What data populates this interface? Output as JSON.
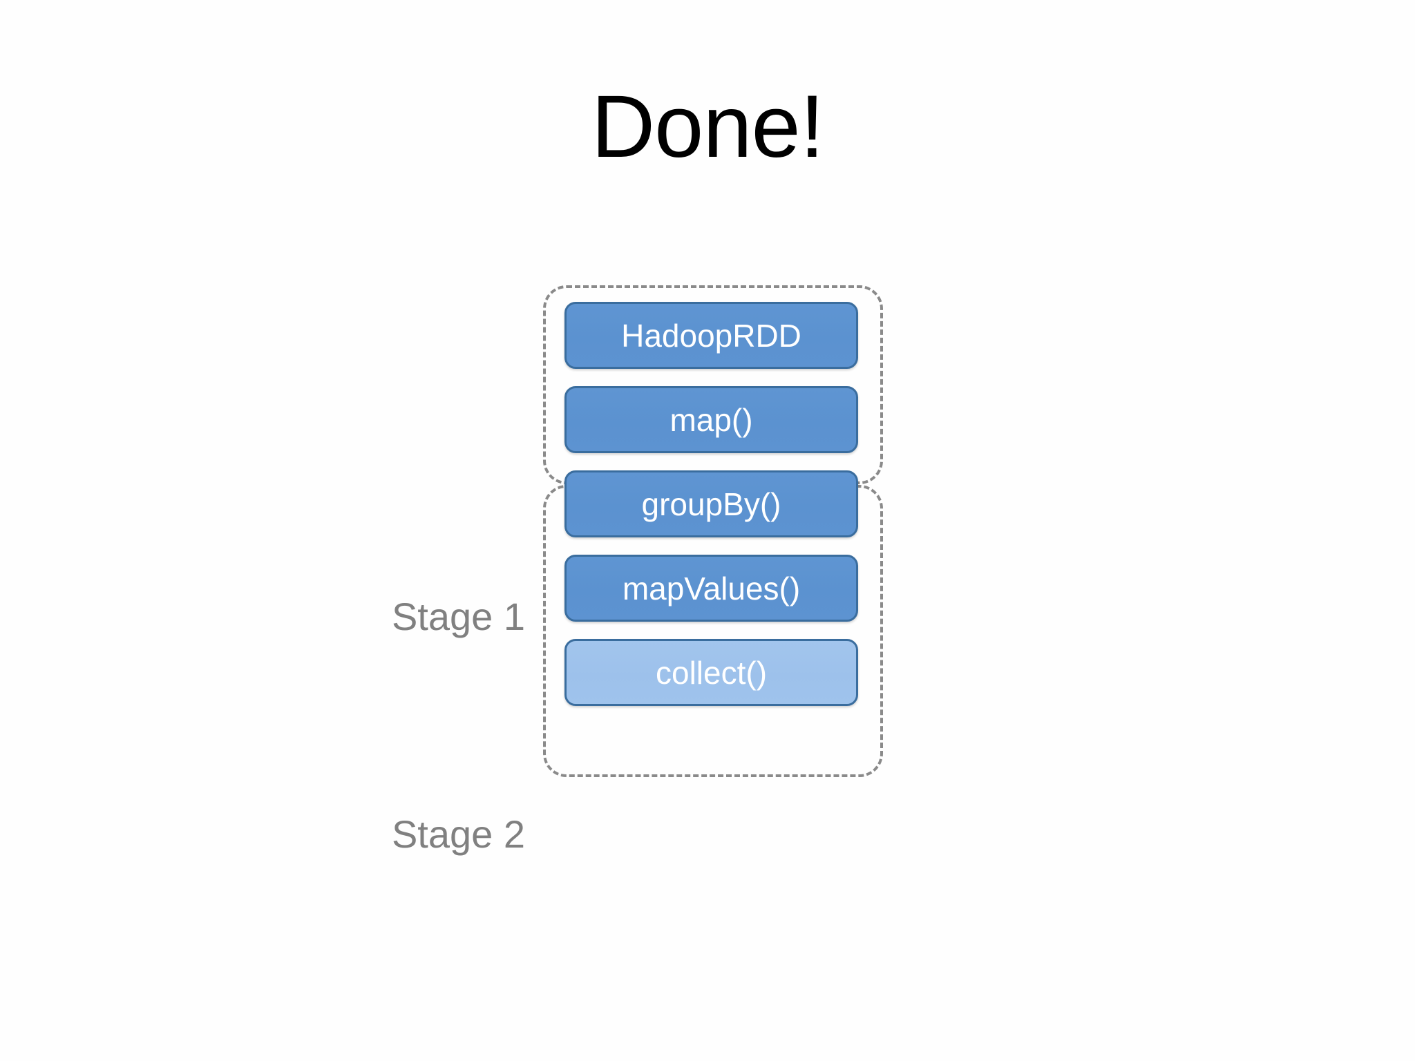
{
  "slide": {
    "title": "Done!",
    "background_color": "#ffffff",
    "title_color": "#000000"
  },
  "diagram": {
    "type": "spark-dag-stages",
    "container_style": {
      "dashed_border_color": "#8a8a8a",
      "box_border_color": "#3a6d9e",
      "fill_medium": "#5b92d0",
      "fill_light": "#9dc1eb",
      "label_text_color": "#ffffff",
      "stage_label_color": "#808080"
    },
    "stages": [
      {
        "label": "Stage 1",
        "operations": [
          {
            "name": "HadoopRDD",
            "fill": "medium"
          },
          {
            "name": "map()",
            "fill": "medium"
          }
        ]
      },
      {
        "label": "Stage 2",
        "operations": [
          {
            "name": "groupBy()",
            "fill": "medium"
          },
          {
            "name": "mapValues()",
            "fill": "medium"
          },
          {
            "name": "collect()",
            "fill": "light"
          }
        ]
      }
    ]
  }
}
